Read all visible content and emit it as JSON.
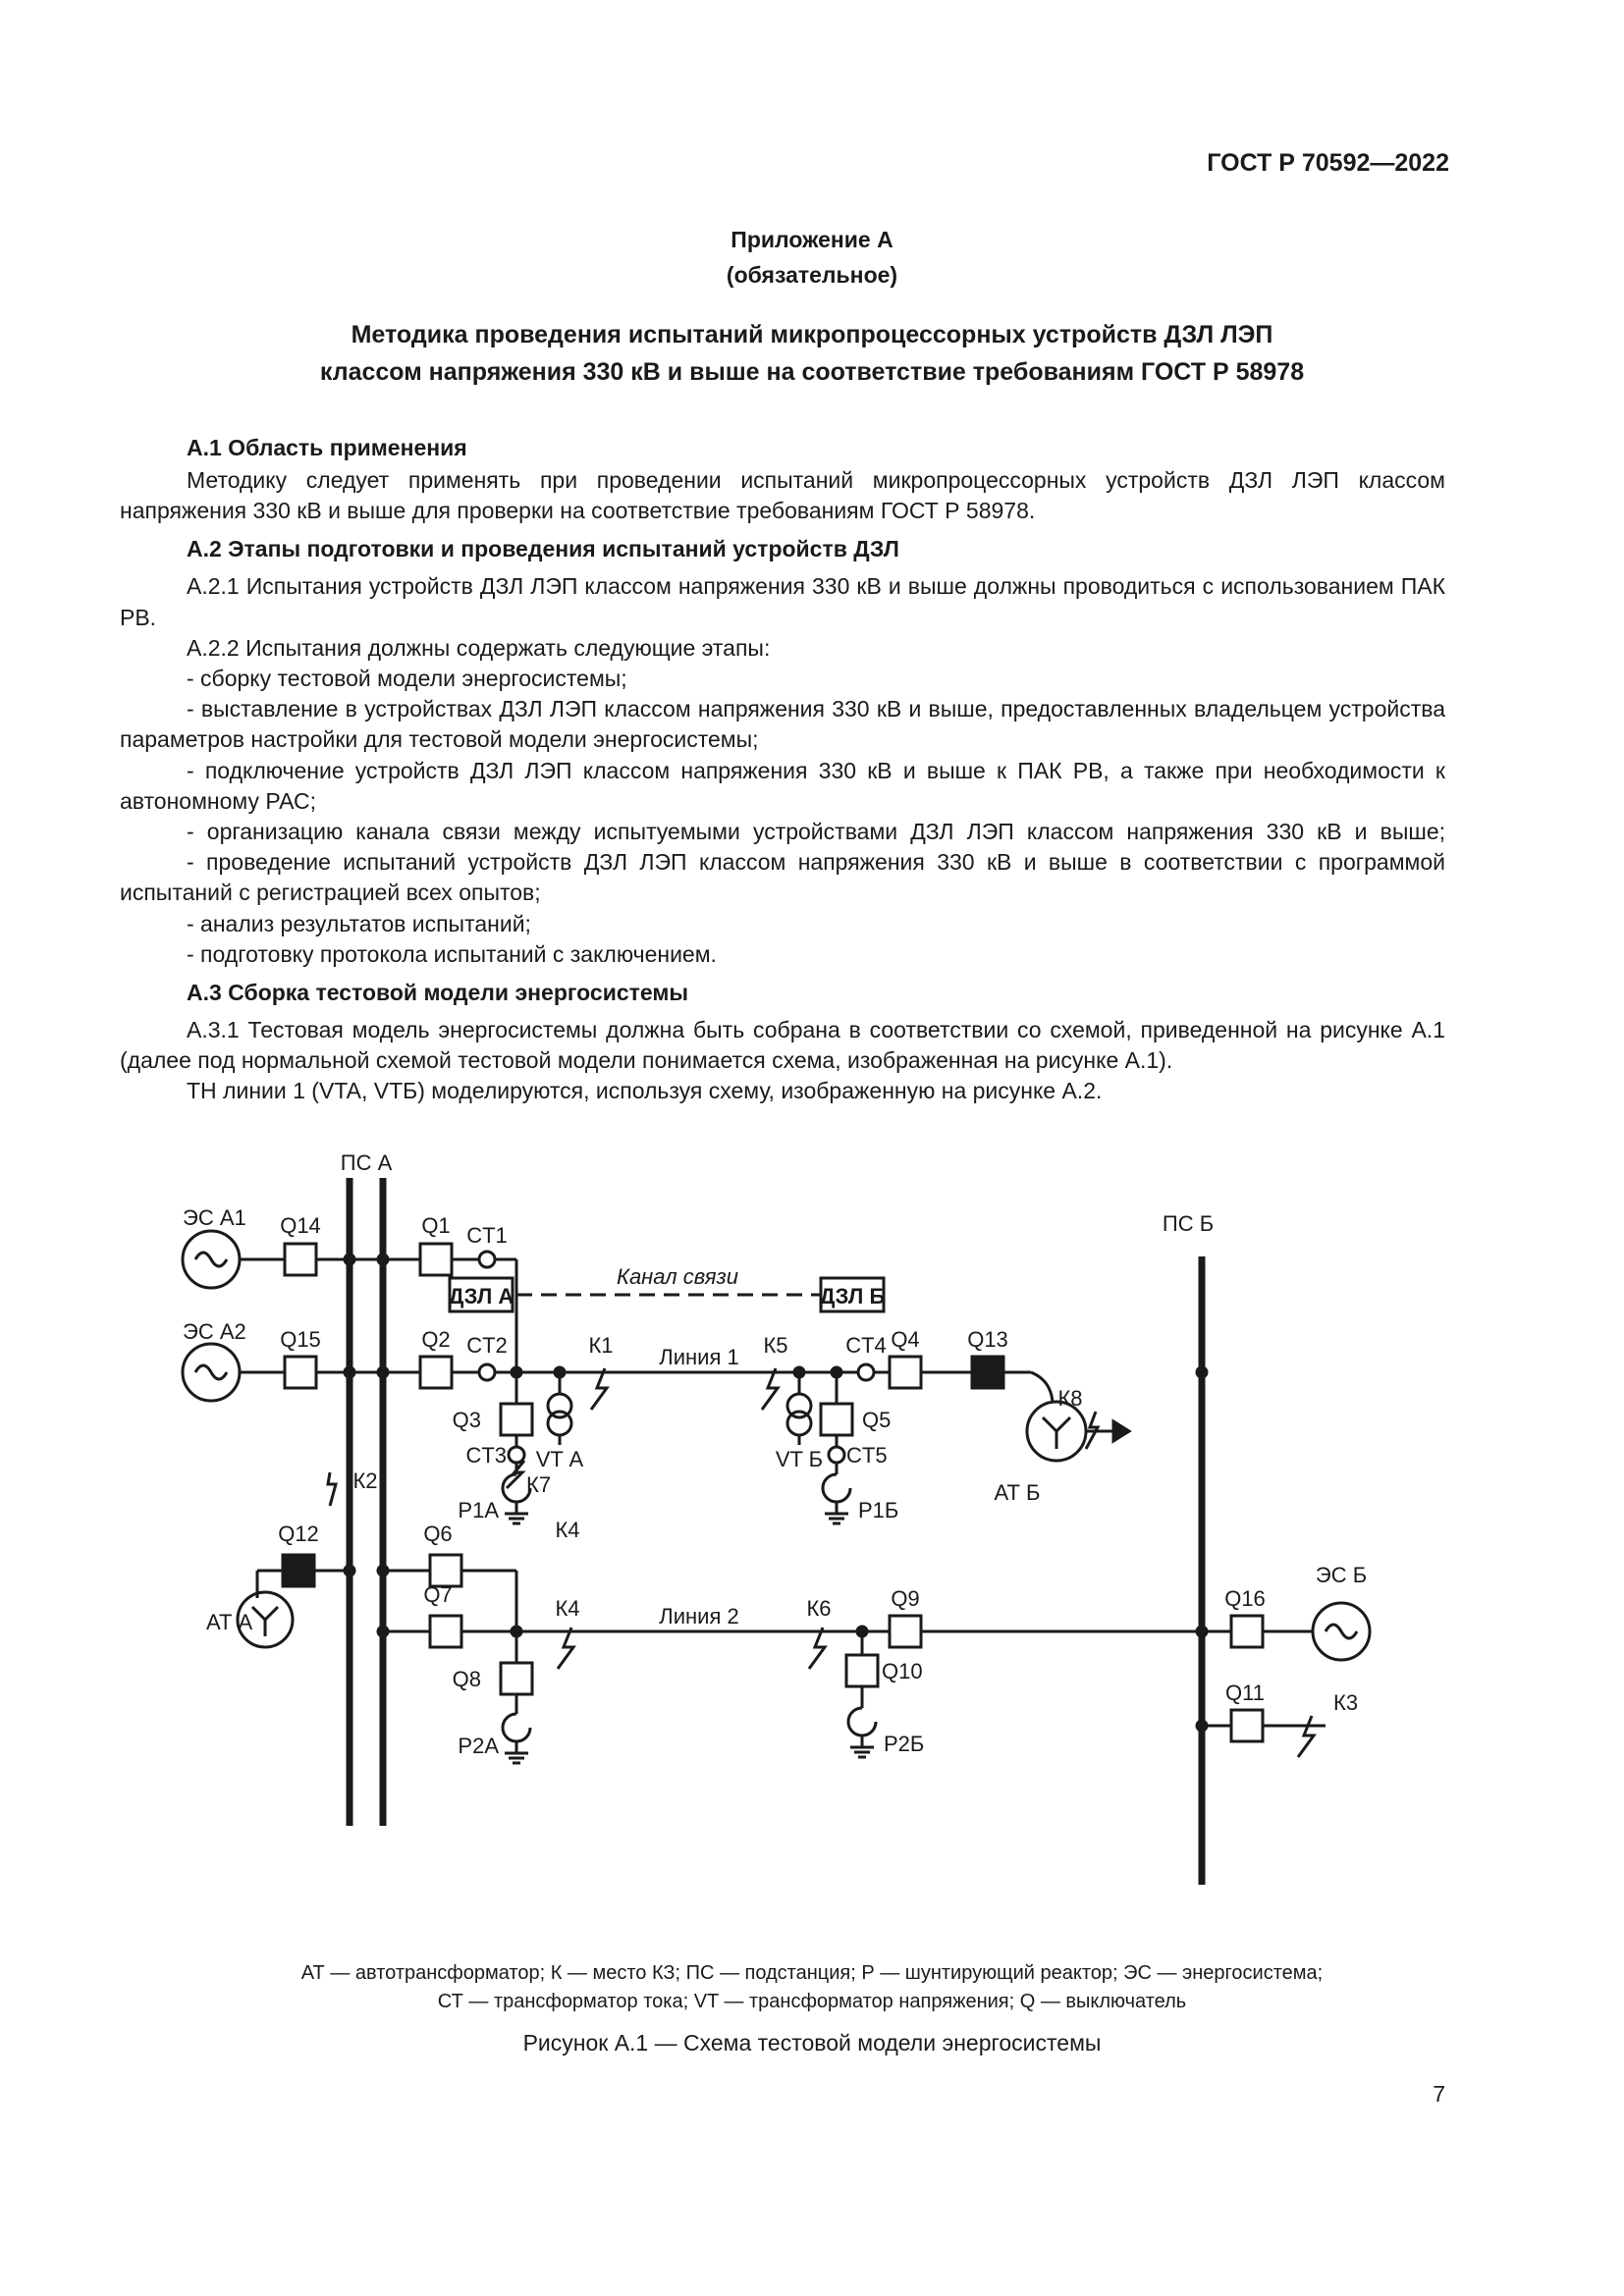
{
  "header": {
    "gost_id": "ГОСТ Р 70592—2022"
  },
  "appendix": {
    "title": "Приложение А",
    "status": "(обязательное)"
  },
  "main_title": {
    "line1": "Методика проведения испытаний микропроцессорных устройств ДЗЛ ЛЭП",
    "line2": "классом напряжения 330 кВ и выше на соответствие требованиям ГОСТ Р 58978"
  },
  "s1": {
    "heading": "А.1  Область применения",
    "p1": "Методику следует применять при проведении испытаний микропроцессорных устройств ДЗЛ ЛЭП классом напряжения 330 кВ и выше для проверки на соответствие требованиям ГОСТ Р 58978."
  },
  "s2": {
    "heading": "А.2  Этапы подготовки и проведения испытаний устройств ДЗЛ",
    "p1": "А.2.1  Испытания устройств ДЗЛ ЛЭП классом напряжения 330 кВ и выше должны проводиться с использованием ПАК РВ.",
    "p2": "А.2.2  Испытания должны содержать следующие этапы:",
    "items": [
      "- сборку тестовой модели энергосистемы;",
      "- выставление в устройствах ДЗЛ ЛЭП классом напряжения 330 кВ и выше, предоставленных владельцем устройства параметров настройки для тестовой модели энергосистемы;",
      "- подключение устройств ДЗЛ ЛЭП классом напряжения 330 кВ и выше к ПАК РВ, а также при необходимости к автономному РАС;",
      "- организацию канала связи между испытуемыми устройствами ДЗЛ ЛЭП классом напряжения 330 кВ и выше;",
      "- проведение испытаний устройств ДЗЛ ЛЭП классом напряжения 330 кВ и выше в соответствии с программой испытаний с регистрацией всех опытов;",
      "- анализ результатов испытаний;",
      "- подготовку протокола испытаний с заключением."
    ]
  },
  "s3": {
    "heading": "А.3  Сборка тестовой модели энергосистемы",
    "p1": "А.3.1  Тестовая модель энергосистемы должна быть собрана в соответствии со схемой, приведенной на рисунке А.1  (далее под нормальной схемой тестовой модели понимается схема, изображенная на рисунке А.1).",
    "p2": "ТН линии 1 (VTA, VTБ) моделируются, используя схему, изображенную на рисунке А.2."
  },
  "diagram": {
    "labels": {
      "ps_a": "ПС А",
      "ps_b": "ПС Б",
      "es_a1": "ЭС А1",
      "es_a2": "ЭС А2",
      "es_b": "ЭС Б",
      "q14": "Q14",
      "q15": "Q15",
      "q1": "Q1",
      "q2": "Q2",
      "q3": "Q3",
      "q4": "Q4",
      "q5": "Q5",
      "q6": "Q6",
      "q7": "Q7",
      "q8": "Q8",
      "q9": "Q9",
      "q10": "Q10",
      "q11": "Q11",
      "q12": "Q12",
      "q13": "Q13",
      "q16": "Q16",
      "ct1": "CT1",
      "ct2": "CT2",
      "ct3": "CT3",
      "ct4": "CT4",
      "ct5": "CT5",
      "dzl_a": "ДЗЛ А",
      "dzl_b": "ДЗЛ Б",
      "channel": "Канал связи",
      "line1": "Линия 1",
      "line2": "Линия 2",
      "k1": "К1",
      "k2": "К2",
      "k3": "К3",
      "k4_upper": "К4",
      "k4": "К4",
      "k5": "К5",
      "k6": "К6",
      "k7": "К7",
      "k8": "К8",
      "vt_a": "VT А",
      "vt_b": "VT Б",
      "p1a": "Р1А",
      "p1b": "Р1Б",
      "p2a": "Р2А",
      "p2b": "Р2Б",
      "at_a": "АТ А",
      "at_b": "АТ Б"
    }
  },
  "figure": {
    "legend1": "АТ — автотрансформатор; К — место КЗ; ПС — подстанция; Р — шунтирующий реактор; ЭС — энергосистема;",
    "legend2": "СТ — трансформатор тока; VT — трансформатор напряжения; Q — выключатель",
    "caption": "Рисунок А.1 — Схема тестовой модели энергосистемы"
  },
  "page": {
    "number": "7"
  }
}
